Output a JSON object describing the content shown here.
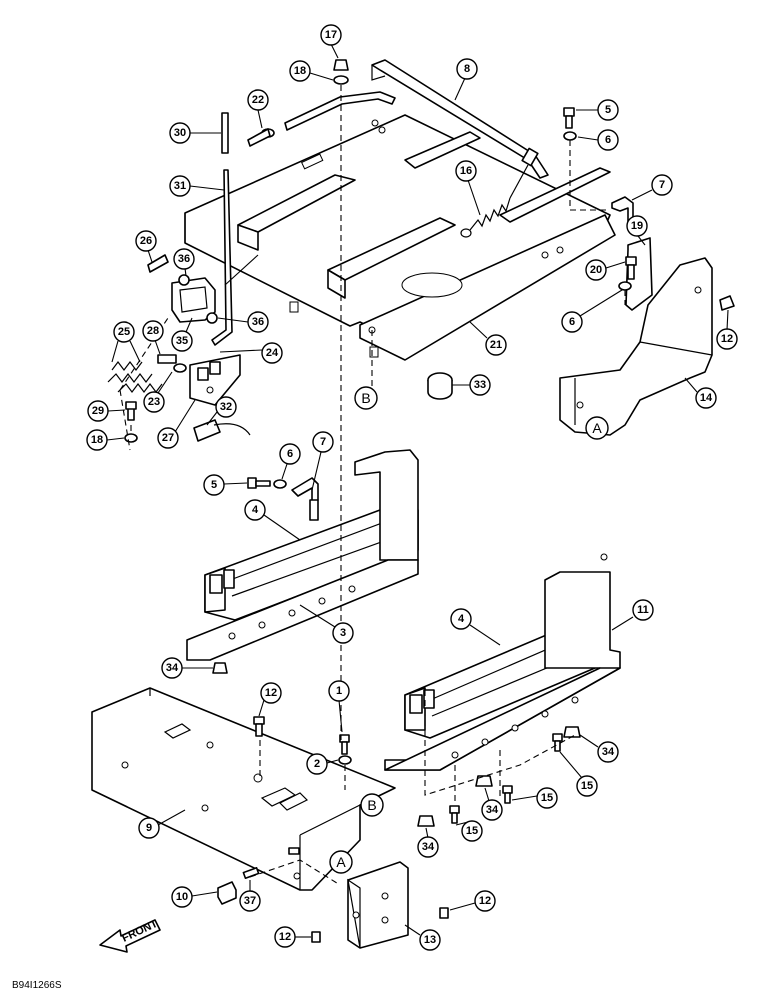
{
  "figure_code": "B94I1266S",
  "front_label": "FRONT",
  "reference_letters": [
    "A",
    "B"
  ],
  "callouts": [
    "1",
    "2",
    "3",
    "4",
    "5",
    "6",
    "7",
    "8",
    "9",
    "10",
    "11",
    "12",
    "13",
    "14",
    "15",
    "16",
    "17",
    "18",
    "19",
    "20",
    "21",
    "22",
    "23",
    "24",
    "25",
    "26",
    "27",
    "28",
    "29",
    "30",
    "31",
    "32",
    "33",
    "34",
    "35",
    "36",
    "37"
  ]
}
